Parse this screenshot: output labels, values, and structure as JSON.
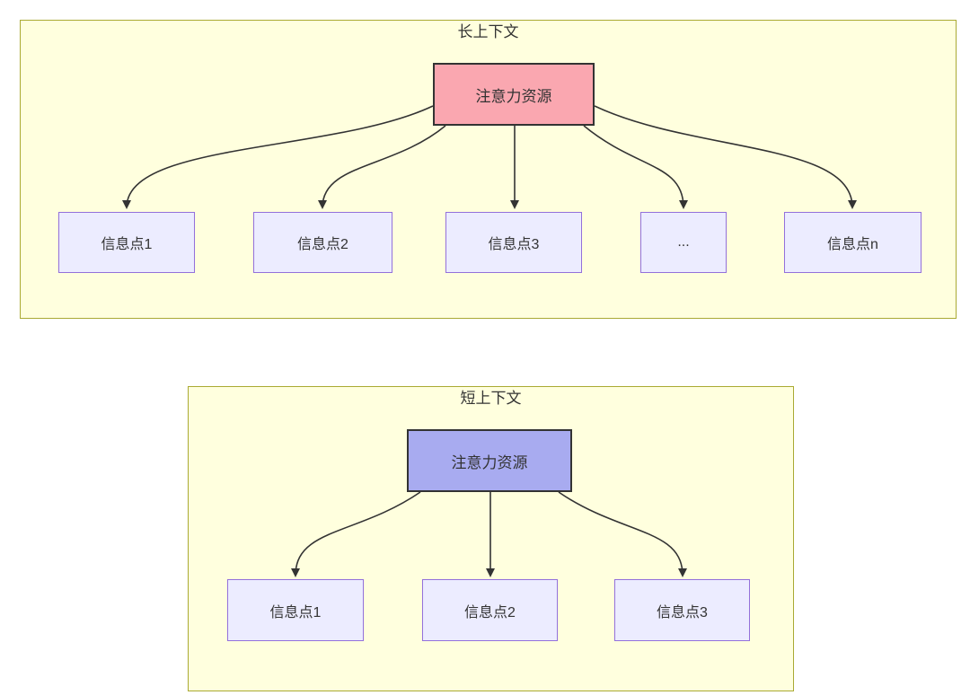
{
  "diagram": {
    "type": "flowchart",
    "long_context": {
      "title": "长上下文",
      "root": {
        "label": "注意力资源",
        "fill": "#faa7b0"
      },
      "children": [
        {
          "label": "信息点1"
        },
        {
          "label": "信息点2"
        },
        {
          "label": "信息点3"
        },
        {
          "label": "..."
        },
        {
          "label": "信息点n"
        }
      ]
    },
    "short_context": {
      "title": "短上下文",
      "root": {
        "label": "注意力资源",
        "fill": "#a8abf0"
      },
      "children": [
        {
          "label": "信息点1"
        },
        {
          "label": "信息点2"
        },
        {
          "label": "信息点3"
        }
      ]
    },
    "colors": {
      "container_fill": "#ffffde",
      "container_border": "#aaaa33",
      "node_fill": "#ececff",
      "node_border": "#9370db",
      "edge": "#333333",
      "text": "#333333"
    }
  }
}
